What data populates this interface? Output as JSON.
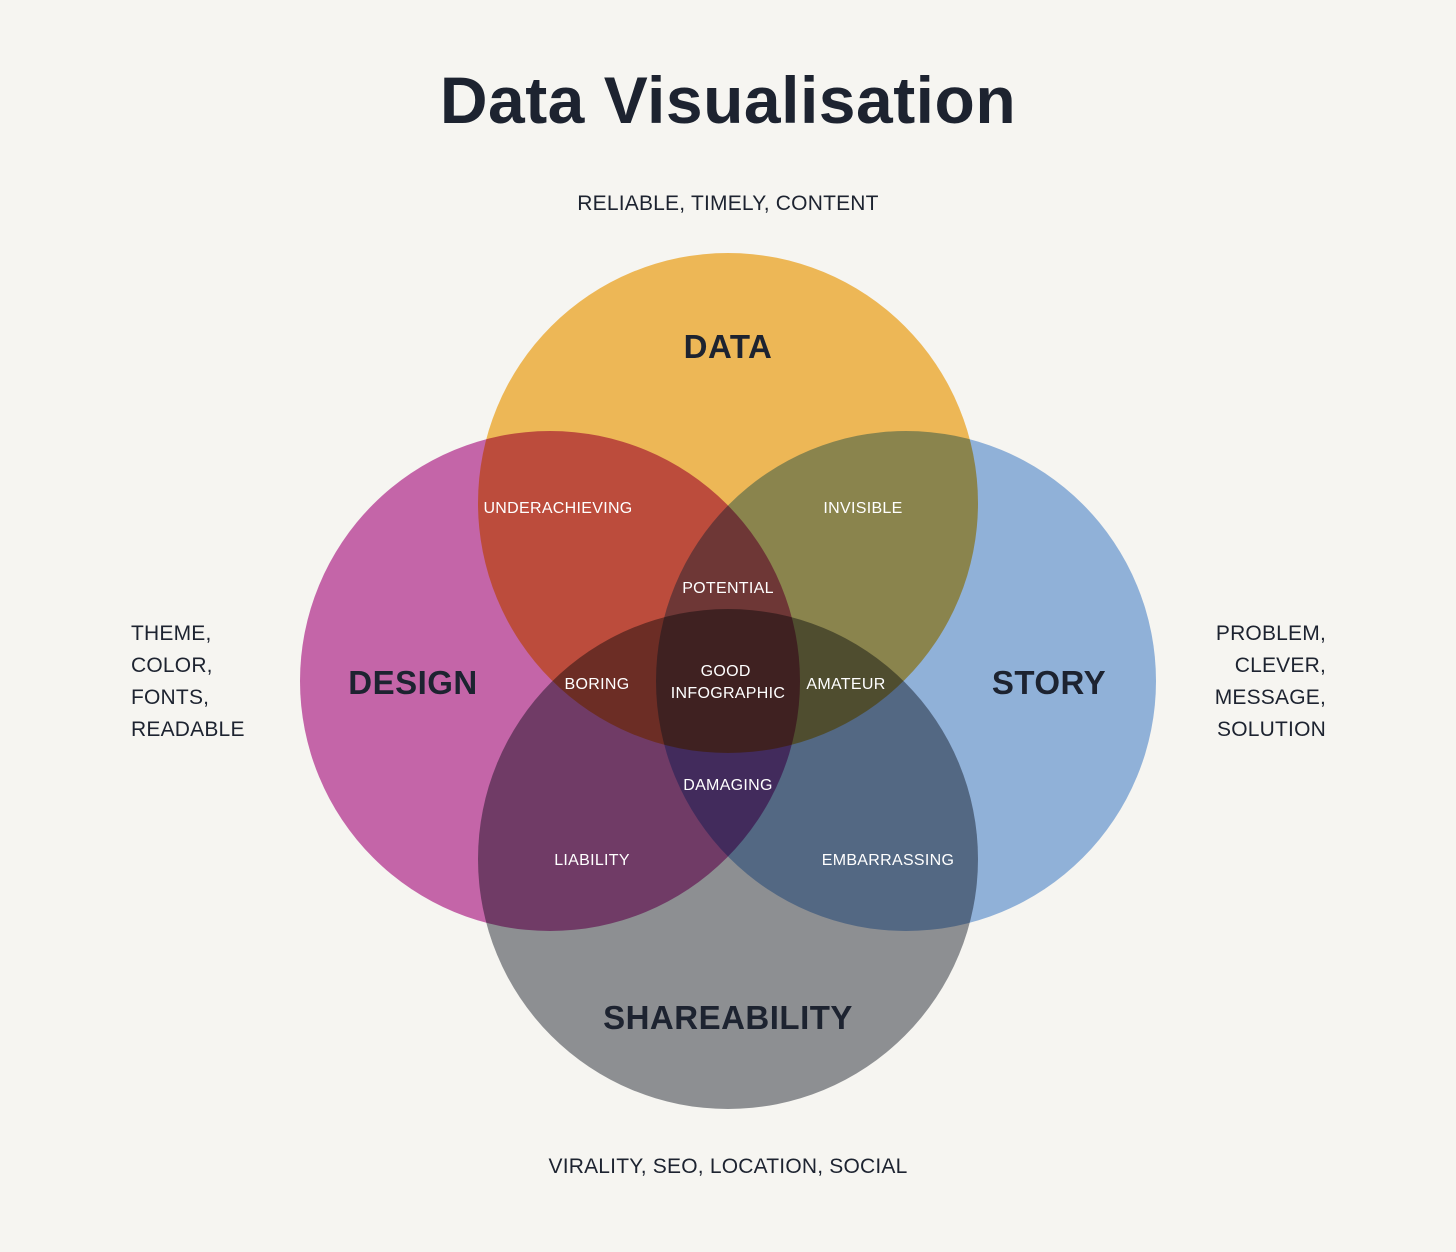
{
  "title": "Data Visualisation",
  "sets": {
    "data": {
      "label": "DATA",
      "color": "#f5b43e"
    },
    "design": {
      "label": "DESIGN",
      "color": "#c24fa5"
    },
    "story": {
      "label": "STORY",
      "color": "#82ace0"
    },
    "shareability": {
      "label": "SHAREABILITY",
      "color": "#7f8389"
    }
  },
  "notes": {
    "data": [
      "RELIABLE, TIMELY, CONTENT"
    ],
    "design": [
      "THEME,",
      "COLOR,",
      "FONTS,",
      "READABLE"
    ],
    "story": [
      "PROBLEM,",
      "CLEVER,",
      "MESSAGE,",
      "SOLUTION"
    ],
    "shareability": [
      "VIRALITY, SEO, LOCATION, SOCIAL"
    ]
  },
  "regions": {
    "underachieving": "UNDERACHIEVING",
    "invisible": "INVISIBLE",
    "potential": "POTENTIAL",
    "boring": "BORING",
    "good_infographic": [
      "GOOD",
      "INFOGRAPHIC"
    ],
    "amateur": "AMATEUR",
    "damaging": "DAMAGING",
    "liability": "LIABILITY",
    "embarrassing": "EMBARRASSING"
  }
}
